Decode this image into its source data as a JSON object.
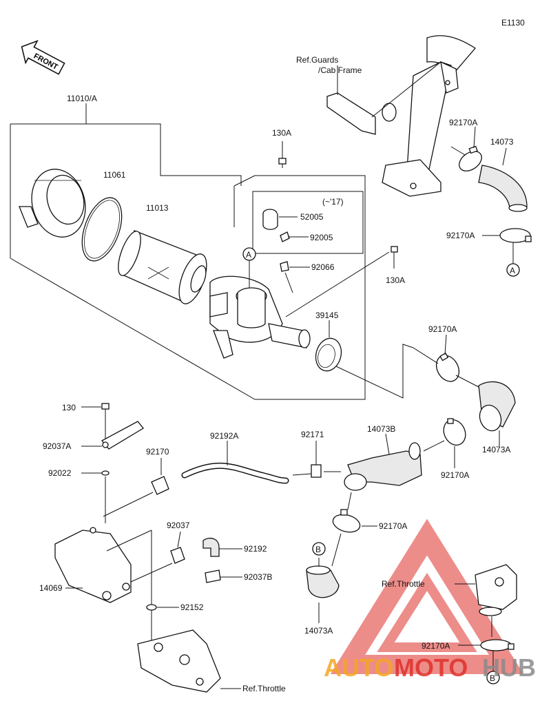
{
  "diagram_code": "E1130",
  "front_label": "FRONT",
  "ref_labels": {
    "guards": "Ref.Guards",
    "cab_frame": "/Cab Frame",
    "throttle_1": "Ref.Throttle",
    "throttle_2": "Ref.Throttle"
  },
  "inset_note": "(~'17)",
  "part_labels": {
    "p11010a": "11010/A",
    "p130a_1": "130A",
    "p130a_2": "130A",
    "p11061": "11061",
    "p11013": "11013",
    "p52005": "52005",
    "p92005": "92005",
    "p92066": "92066",
    "p39145": "39145",
    "p92170a_1": "92170A",
    "p92170a_2": "92170A",
    "p92170a_3": "92170A",
    "p92170a_4": "92170A",
    "p92170a_5": "92170A",
    "p92170a_6": "92170A",
    "p14073": "14073",
    "p14073a_1": "14073A",
    "p14073a_2": "14073A",
    "p14073b": "14073B",
    "p130": "130",
    "p92037a": "92037A",
    "p92022": "92022",
    "p92170": "92170",
    "p92192a": "92192A",
    "p92171": "92171",
    "p92037": "92037",
    "p92192": "92192",
    "p92037b": "92037B",
    "p14069": "14069",
    "p92152": "92152"
  },
  "callouts": {
    "a_top": "A",
    "a_mid": "A",
    "b_left": "B",
    "b_right": "B"
  },
  "watermark": {
    "auto": "AUTO",
    "moto": "MOTO",
    "hub": "HUB",
    "color_red": "#e0312b",
    "color_orange": "#f5a623",
    "color_grey": "#8a8a8a"
  }
}
